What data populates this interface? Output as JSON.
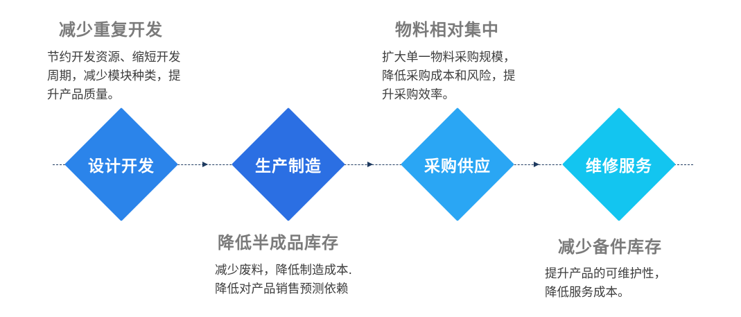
{
  "stages": [
    {
      "label": "设计开发",
      "color": "#2b84ea"
    },
    {
      "label": "生产制造",
      "color": "#2b6fe3"
    },
    {
      "label": "采购供应",
      "color": "#2aa6f4"
    },
    {
      "label": "维修服务",
      "color": "#13c5f0"
    }
  ],
  "benefits": [
    {
      "title": "减少重复开发",
      "lines": [
        "节约开发资源、缩短开发",
        "周期，减少模块种类，提",
        "升产品质量。"
      ]
    },
    {
      "title": "降低半成品库存",
      "lines": [
        "减少废料，降低制造成本.",
        "降低对产品销售预测依赖"
      ]
    },
    {
      "title": "物料相对集中",
      "lines": [
        "扩大单一物料采购规模，",
        "降低采购成本和风险，提",
        "升采购效率。"
      ]
    },
    {
      "title": "减少备件库存",
      "lines": [
        "提升产品的可维护性，",
        "降低服务成本。"
      ]
    }
  ],
  "connector_color": "#1e3a5f"
}
